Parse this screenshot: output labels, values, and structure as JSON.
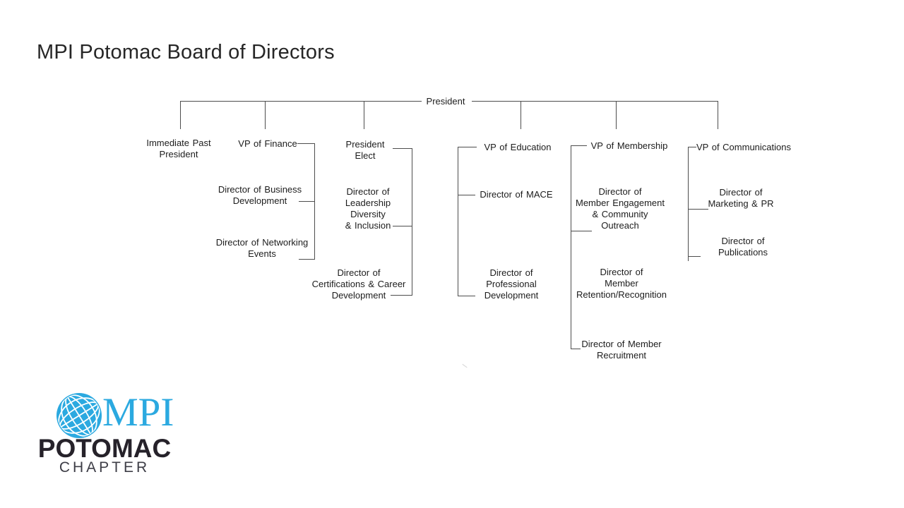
{
  "title": "MPI Potomac Board of Directors",
  "org": {
    "root": {
      "title": "President",
      "reports": [
        {
          "title": "Immediate Past\nPresident",
          "reports": []
        },
        {
          "title": "VP of Finance",
          "reports": [
            {
              "title": "Director of Business\nDevelopment"
            },
            {
              "title": "Director of Networking\nEvents"
            }
          ]
        },
        {
          "title": "President\nElect",
          "reports": [
            {
              "title": "Director of\nLeadership\nDiversity\n& Inclusion"
            },
            {
              "title": "Director of\nCertifications & Career\nDevelopment"
            }
          ]
        },
        {
          "title": "VP of Education",
          "reports": [
            {
              "title": "Director of MACE"
            },
            {
              "title": "Director of\nProfessional\nDevelopment"
            }
          ]
        },
        {
          "title": "VP of Membership",
          "reports": [
            {
              "title": "Director of\nMember Engagement\n& Community\nOutreach"
            },
            {
              "title": "Director of\nMember\nRetention/Recognition"
            },
            {
              "title": "Director of Member\nRecruitment"
            }
          ]
        },
        {
          "title": "VP of Communications",
          "reports": [
            {
              "title": "Director of\nMarketing & PR"
            },
            {
              "title": "Director of\nPublications"
            }
          ]
        }
      ]
    }
  },
  "logo": {
    "acronym": "MPI",
    "chapter_name": "POTOMAC",
    "chapter_word": "CHAPTER"
  },
  "colors": {
    "brand_blue": "#2BA9E0",
    "brand_dark": "#26222A",
    "chapter_gray": "#3D3D46",
    "line": "#4D4D4D"
  }
}
